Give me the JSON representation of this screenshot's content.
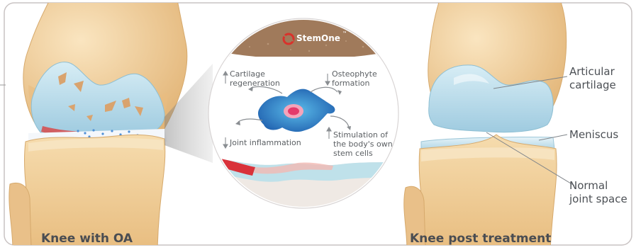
{
  "captions": {
    "left": "Knee with OA",
    "right": "Knee post treatment"
  },
  "brand": {
    "name": "StemOne",
    "mark": "™",
    "logo_icon": "stemone-logo-icon"
  },
  "circle_labels": {
    "top_left": [
      "Cartilage",
      "regeneration"
    ],
    "top_right": [
      "Osteophyte",
      "formation"
    ],
    "bottom_left": [
      "Joint inflammation"
    ],
    "bottom_right": [
      "Stimulation of",
      "the body's own",
      "stem cells"
    ]
  },
  "right_labels": {
    "articular": [
      "Articular",
      "cartilage"
    ],
    "meniscus": [
      "Meniscus"
    ],
    "joint_space": [
      "Normal",
      "joint space"
    ]
  },
  "colors": {
    "bone": "#f1cf9a",
    "cartilage": "#b9dbe8",
    "cell": "#2b8fd3",
    "brand_red": "#d9322b",
    "soil": "#a07a5b",
    "frame": "#c9c3c3"
  }
}
